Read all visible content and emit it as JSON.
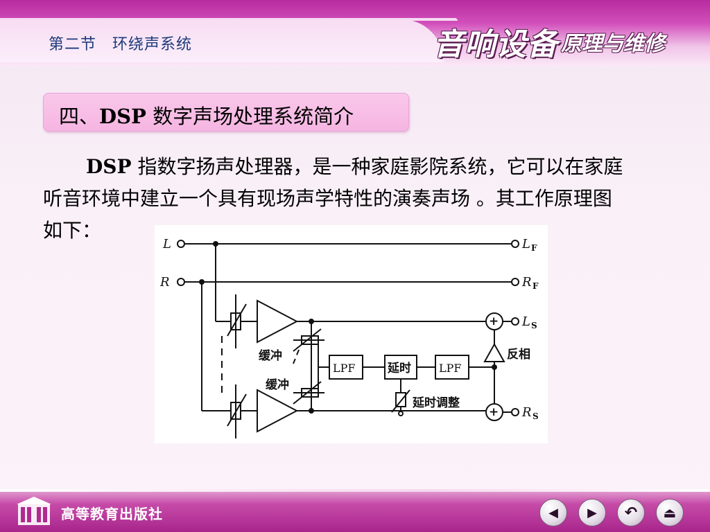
{
  "header": {
    "section": "第二节　环绕声系统",
    "brand_main": "音响设备",
    "brand_sub": "原理与维修"
  },
  "subtitle": {
    "prefix": "四、",
    "bold": "DSP",
    "rest": "数字声场处理系统简介"
  },
  "paragraph": {
    "lead_bold": "DSP",
    "line1_rest": "指数字扬声处理器，是一种家庭影院系统，它可以在家庭",
    "line2": "听音环境中建立一个具有现场声学特性的演奏声场 。其工作原理图",
    "line3": "如下："
  },
  "diagram": {
    "input_left": "L",
    "input_right": "R",
    "out_lf_main": "L",
    "out_lf_sub": "F",
    "out_rf_main": "R",
    "out_rf_sub": "F",
    "out_ls_main": "L",
    "out_ls_sub": "S",
    "out_rs_main": "R",
    "out_rs_sub": "S",
    "buffer_top": "缓冲",
    "buffer_bottom": "缓冲",
    "lpf_1": "LPF",
    "delay": "延时",
    "lpf_2": "LPF",
    "delay_adjust": "延时调整",
    "invert": "反相",
    "plus_top": "+",
    "plus_bottom": "+"
  },
  "footer": {
    "publisher": "高等教育出版社"
  },
  "nav": {
    "prev": "◀",
    "next": "▶",
    "back": "↶",
    "exit": "⏏"
  }
}
